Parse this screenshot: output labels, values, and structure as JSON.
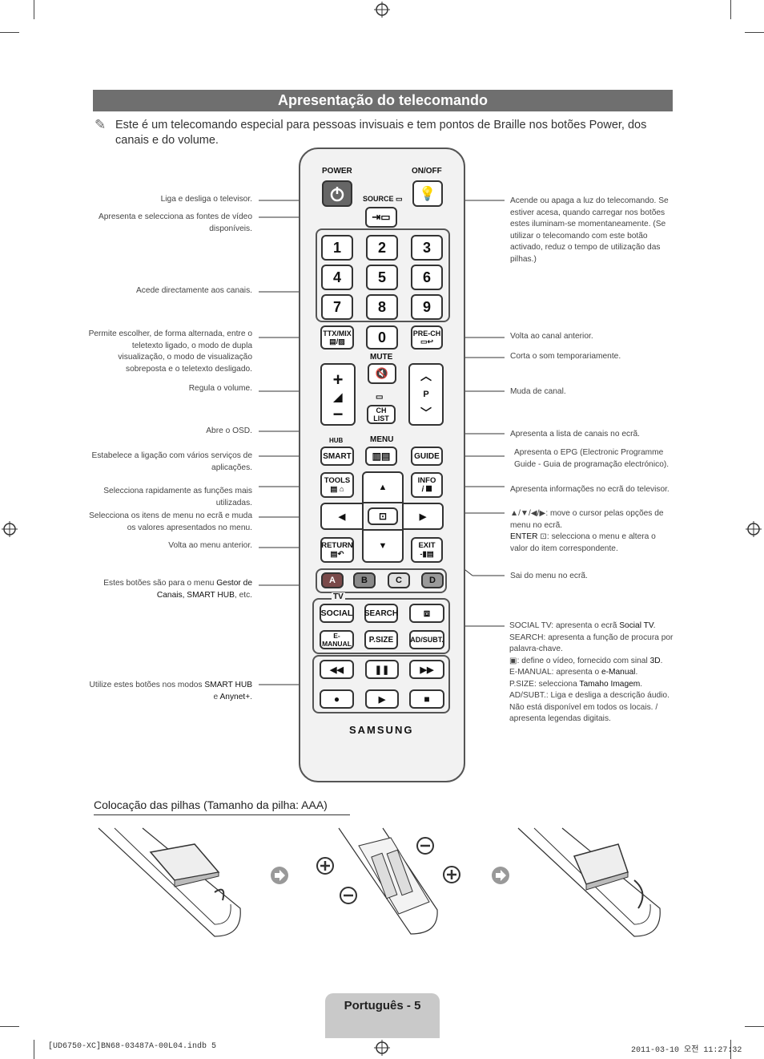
{
  "title": "Apresentação do telecomando",
  "note": "Este é um telecomando especial para pessoas invisuais e tem pontos de Braille nos botões Power, dos canais e do volume.",
  "left_labels": [
    {
      "text": "Liga e desliga o televisor."
    },
    {
      "text": "Apresenta e selecciona as fontes de vídeo disponíveis."
    },
    {
      "text": "Acede directamente aos canais."
    },
    {
      "text": "Permite escolher, de forma alternada, entre o teletexto ligado, o modo de dupla visualização, o modo de visualização sobreposta e o teletexto desligado."
    },
    {
      "text": "Regula o volume."
    },
    {
      "text": "Abre o OSD."
    },
    {
      "text": "Estabelece a ligação com vários serviços de aplicações."
    },
    {
      "text": "Selecciona rapidamente as funções mais utilizadas."
    },
    {
      "text": "Selecciona os itens de menu no ecrã e muda os valores apresentados no menu."
    },
    {
      "text": "Volta ao menu anterior."
    },
    {
      "pre": "Estes botões são para o menu ",
      "bold": "Gestor de Canais, SMART HUB",
      "post": ", etc."
    },
    {
      "pre": "Utilize estes botões nos modos ",
      "bold": "SMART HUB",
      "mid": " e ",
      "bold2": "Anynet+",
      "post": "."
    }
  ],
  "right_labels": {
    "light": "Acende ou apaga a luz do telecomando. Se estiver acesa, quando carregar nos botões estes iluminam-se momentaneamente. (Se utilizar o telecomando com este botão activado, reduz o tempo de utilização das pilhas.)",
    "prech": "Volta ao canal anterior.",
    "mute": "Corta o som temporariamente.",
    "channel": "Muda de canal.",
    "chlist": "Apresenta a lista de canais no ecrã.",
    "epg": "Apresenta o EPG (Electronic Programme Guide - Guia de programação electrónico).",
    "info": "Apresenta informações no ecrã do televisor.",
    "nav_1": "▲/▼/◀/▶: move o cursor pelas opções de menu no ecrã.",
    "nav_2_key": "ENTER",
    "nav_2": ": selecciona o menu e altera o valor do item correspondente.",
    "exit": "Sai do menu no ecrã.",
    "social_k": "SOCIAL TV",
    "social_v": ": apresenta o ecrã ",
    "social_b": "Social TV",
    "search_k": "SEARCH",
    "search_v": ": apresenta a função de procura por palavra-chave.",
    "threed_v": ": define o vídeo, fornecido com sinal ",
    "threed_b": "3D",
    "emanual_k": "E-MANUAL",
    "emanual_v": ": apresenta o ",
    "emanual_b": "e-Manual",
    "psize_k": "P.SIZE",
    "psize_v": ": selecciona ",
    "psize_b": "Tamaho Imagem",
    "adsubt_k": "AD/SUBT.",
    "adsubt_v": ": Liga e desliga a descrição áudio. Não está disponível em todos os locais. / apresenta legendas digitais."
  },
  "remote": {
    "power": "POWER",
    "onoff": "ON/OFF",
    "source": "SOURCE",
    "digits": [
      "1",
      "2",
      "3",
      "4",
      "5",
      "6",
      "7",
      "8",
      "9"
    ],
    "zero": "0",
    "ttx": "TTX/MIX",
    "prech": "PRE-CH",
    "mute": "MUTE",
    "p": "P",
    "chlist": "CH LIST",
    "hub": "HUB",
    "smart": "SMART",
    "menu": "MENU",
    "guide": "GUIDE",
    "tools": "TOOLS",
    "info": "INFO",
    "return": "RETURN",
    "exit": "EXIT",
    "colors": [
      "A",
      "B",
      "C",
      "D"
    ],
    "tv": "TV",
    "social": "SOCIAL",
    "search": "SEARCH",
    "emanual": "E-MANUAL",
    "psize": "P.SIZE",
    "adsubt": "AD/SUBT.",
    "brand": "SAMSUNG"
  },
  "battery_title": "Colocação das pilhas (Tamanho da pilha: AAA)",
  "footer": "Português - 5",
  "print_left": "[UD6750-XC]BN68-03487A-00L04.indb   5",
  "print_right": "2011-03-10   오전 11:27:32"
}
